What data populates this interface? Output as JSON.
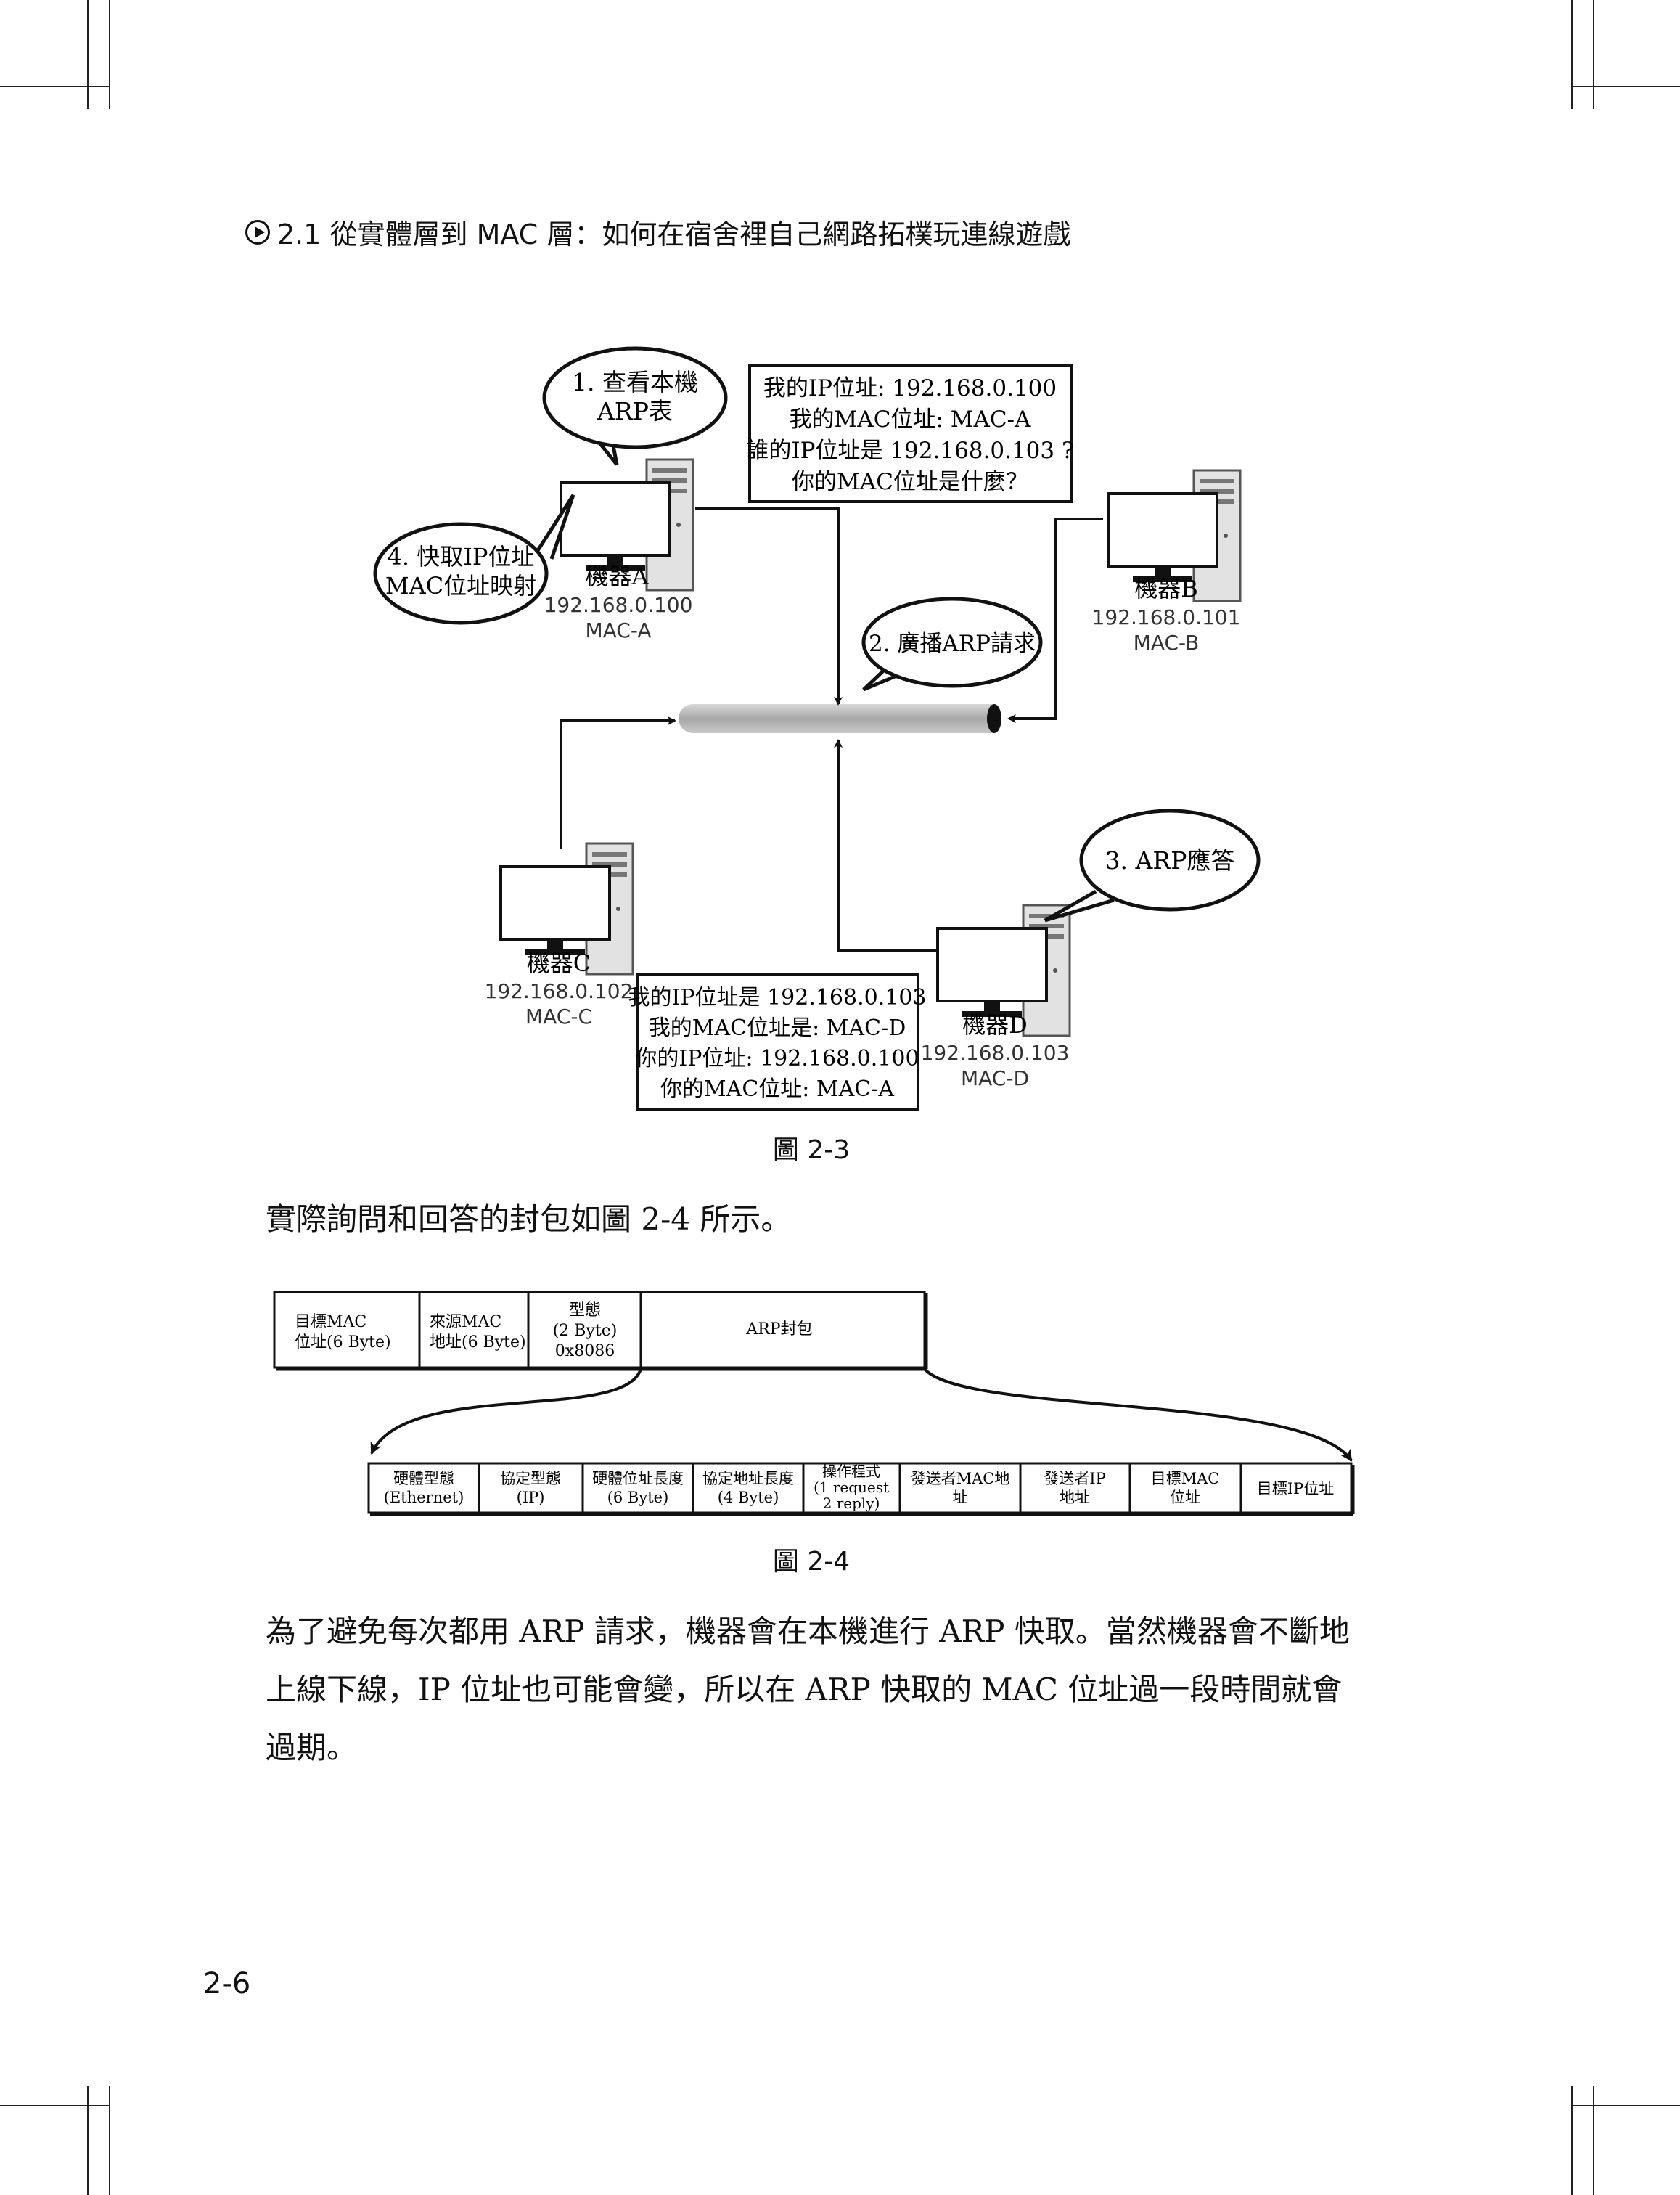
{
  "header": {
    "title": "2.1  從實體層到 MAC 層：如何在宿舍裡自己網路拓樸玩連線遊戲"
  },
  "page_number": "2-6",
  "figure23": {
    "caption": "圖 2-3",
    "bubble1": [
      "1. 查看本機",
      "ARP表"
    ],
    "bubble2": "2. 廣播ARP請求",
    "bubble3": "3. ARP應答",
    "bubble4": [
      "4. 快取IP位址",
      "MAC位址映射"
    ],
    "request_box": [
      "我的IP位址: 192.168.0.100",
      "我的MAC位址: MAC-A",
      "誰的IP位址是 192.168.0.103 ?",
      "你的MAC位址是什麼？"
    ],
    "reply_box": [
      "我的IP位址是 192.168.0.103",
      "我的MAC位址是: MAC-D",
      "你的IP位址: 192.168.0.100",
      "你的MAC位址: MAC-A"
    ],
    "machines": {
      "a": {
        "name": "機器A",
        "ip": "192.168.0.100",
        "mac": "MAC-A"
      },
      "b": {
        "name": "機器B",
        "ip": "192.168.0.101",
        "mac": "MAC-B"
      },
      "c": {
        "name": "機器C",
        "ip": "192.168.0.102",
        "mac": "MAC-C"
      },
      "d": {
        "name": "機器D",
        "ip": "192.168.0.103",
        "mac": "MAC-D"
      }
    }
  },
  "paragraph1": "實際詢問和回答的封包如圖 2-4 所示。",
  "figure24": {
    "caption": "圖 2-4",
    "frame_fields": [
      [
        "目標MAC",
        "位址(6 Byte)"
      ],
      [
        "來源MAC",
        "地址(6 Byte)"
      ],
      [
        "型態",
        "(2 Byte)",
        "0x8086"
      ],
      [
        "ARP封包"
      ]
    ],
    "arp_fields": [
      [
        "硬體型態",
        "(Ethernet)"
      ],
      [
        "協定型態",
        "(IP)"
      ],
      [
        "硬體位址長度",
        "(6 Byte)"
      ],
      [
        "協定地址長度",
        "(4 Byte)"
      ],
      [
        "操作程式",
        "(1 request",
        "2 reply)"
      ],
      [
        "發送者MAC地",
        "址"
      ],
      [
        "發送者IP",
        "地址"
      ],
      [
        "目標MAC",
        "位址"
      ],
      [
        "目標IP位址"
      ]
    ]
  },
  "paragraph2": "為了避免每次都用 ARP 請求，機器會在本機進行 ARP 快取。當然機器會不斷地上線下線，IP 位址也可能會變，所以在 ARP 快取的 MAC 位址過一段時間就會過期。"
}
